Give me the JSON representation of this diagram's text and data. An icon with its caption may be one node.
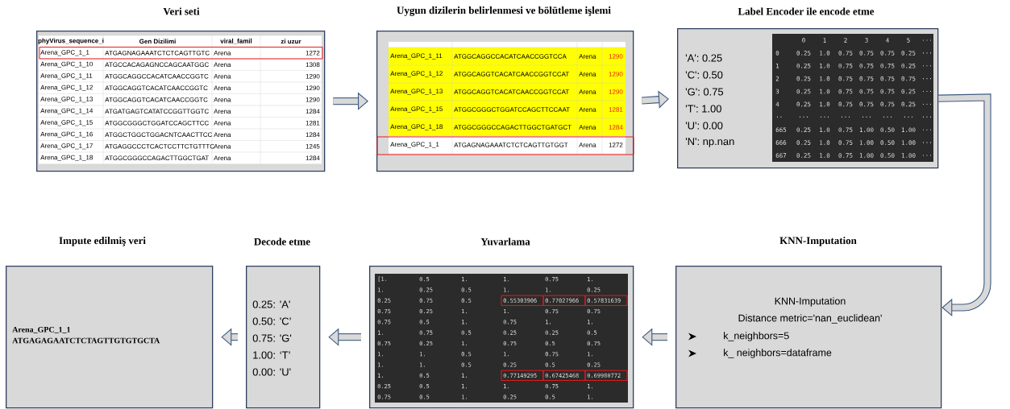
{
  "diagram": {
    "nodes": [
      {
        "text": [
          "Veri seti"
        ]
      },
      {
        "text": [
          "phyVirus_sequence_i",
          "Gen Dizilimi",
          "viral_famil",
          "zi uzur",
          "Arena_GPC_1_1",
          "ATGAGNAGAAATCTCTCAGTTGTC",
          "Arena",
          "1272",
          "Arena_GPC_1_10",
          "ATGCCACAGAGNCCAGCAATGGC",
          "Arena",
          "1308",
          "Arena_GPC_1_11",
          "ATGGCAGGCCACATCAACCGGTC",
          "Arena",
          "1290",
          "Arena_GPC_1_12",
          "ATGGCAGGTCACATCAACCGGTC",
          "Arena",
          "1290",
          "Arena_GPC_1_13",
          "ATGGCAGGTCACATCAACCGGTC",
          "Arena",
          "1290",
          "Arena_GPC_1_14",
          "ATGATGAGTCATATCCGGTTGGTC",
          "Arena",
          "1284",
          "Arena_GPC_1_15",
          "ATGGCGGGCTGGATCCAGCTTCC",
          "Arena",
          "1281",
          "Arena_GPC_1_16",
          "ATGGCTGGCTGGACNTCAACTTCC",
          "Arena",
          "1284",
          "Arena_GPC_1_17",
          "ATGAGGCCCTCACTCCTTCTGTTTC",
          "Arena",
          "1245",
          "Arena_GPC_1_18",
          "ATGGCGGGCCAGACTTGGCTGAT",
          "Arena",
          "1284"
        ],
        "in": 0
      },
      {
        "text": [
          "Uygun dizilerin belirlenmesi ve bölütleme işlemi"
        ]
      },
      {
        "text": [
          "Arena_GPC_1_11",
          "ATGGCAGGCCACATCAACCGGTCCA",
          "Arena",
          "1290",
          "Arena_GPC_1_12",
          "ATGGCAGGTCACATCAACCGGTCCAT",
          "Arena",
          "1290",
          "Arena_GPC_1_13",
          "ATGGCAGGTCACATCAACCGGTCCAT",
          "Arena",
          "1290",
          "Arena_GPC_1_15",
          "ATGGCGGGCTGGATCCAGCTTCCAAT",
          "Arena",
          "1281",
          "Arena_GPC_1_18",
          "ATGGCGGGCCAGACTTGGCTGATGCT",
          "Arena",
          "1284",
          "Arena_GPC_1_1",
          "ATGAGNAGAAATCTCTCAGTTGTGGT",
          "Arena",
          "1272"
        ],
        "in": 2
      },
      {
        "text": [
          "Label Encoder ile encode etme",
          "'A': 0.25",
          "'C': 0.50",
          "'G': 0.75",
          "'T': 1.00",
          "'U': 0.00",
          "'N': np.nan"
        ]
      },
      {
        "text": [
          "0",
          "1",
          "2",
          "3",
          "4",
          "5",
          "...",
          "0",
          "0.25",
          "1.0",
          "0.75",
          "0.75",
          "0.75",
          "0.25",
          "...",
          "1",
          "0.25",
          "1.0",
          "0.75",
          "0.75",
          "0.75",
          "0.25",
          "...",
          "2",
          "0.25",
          "1.0",
          "0.75",
          "0.75",
          "0.75",
          "0.75",
          "...",
          "3",
          "0.25",
          "1.0",
          "0.75",
          "0.75",
          "0.75",
          "0.25",
          "...",
          "4",
          "0.25",
          "1.0",
          "0.75",
          "0.75",
          "0.75",
          "0.25",
          "...",
          "..",
          "...",
          "...",
          "...",
          "...",
          "...",
          "...",
          "...",
          "665",
          "0.25",
          "1.0",
          "0.75",
          "1.00",
          "0.50",
          "1.00",
          "...",
          "666",
          "0.25",
          "1.0",
          "0.75",
          "1.00",
          "0.50",
          "1.00",
          "...",
          "667",
          "0.25",
          "1.0",
          "0.75",
          "1.00",
          "0.50",
          "1.00",
          "..."
        ],
        "in": 4
      },
      {
        "text": [
          "KNN-Imputation",
          "KNN-Imputation",
          "Distance metric='nan_euclidean'",
          "k_neighbors=5",
          "k_ neighbors=dataframe"
        ]
      },
      {
        "text": [
          "Yuvarlama"
        ]
      },
      {
        "text": [
          "[1.",
          "0.5",
          "1.",
          "1.",
          "0.75",
          "1.",
          "1.",
          "0.25",
          "0.5",
          "1.",
          "1.",
          "0.25",
          "0.25",
          "0.75",
          "0.5",
          "0.55303906",
          "0.77027966",
          "0.57831639",
          "0.75",
          "0.25",
          "1.",
          "1.",
          "0.75",
          "0.75",
          "0.75",
          "0.5",
          "1.",
          "0.75",
          "1.",
          "1.",
          "1.",
          "0.75",
          "0.5",
          "0.25",
          "0.25",
          "0.5",
          "0.75",
          "0.25",
          "1.",
          "0.75",
          "0.5",
          "0.75",
          "1.",
          "1.",
          "0.5",
          "1.",
          "0.75",
          "1.",
          "1.",
          "1.",
          "0.5",
          "0.25",
          "0.5",
          "0.25",
          "1.",
          "0.5",
          "1.",
          "0.77149295",
          "0.67425468",
          "0.69980772",
          "0.25",
          "0.5",
          "1.",
          "1.",
          "0.75",
          "1.",
          "0.75",
          "0.5",
          "1.",
          "0.25",
          "0.5",
          "1."
        ],
        "in": 7
      },
      {
        "text": [
          "Decode etme",
          "0.25: 'A'",
          "0.50: 'C’",
          "0.75: 'G'",
          "1.00: ‘T’",
          "0.00: 'U'"
        ]
      },
      {
        "text": [
          "Impute edilmiş veri",
          "Arena_GPC_1_1",
          "ATGAGAGAATCTCTAGTTGTGTGCTA"
        ]
      }
    ],
    "edges": [
      {
        "from": 0,
        "to": 2,
        "arrow": "to"
      },
      {
        "from": 2,
        "to": 4,
        "arrow": "to"
      },
      {
        "from": 4,
        "to": 6,
        "arrow": "to"
      },
      {
        "from": 6,
        "to": 7,
        "arrow": "to"
      },
      {
        "from": 7,
        "to": 9,
        "arrow": "to"
      },
      {
        "from": 9,
        "to": 10,
        "arrow": "to"
      }
    ]
  }
}
